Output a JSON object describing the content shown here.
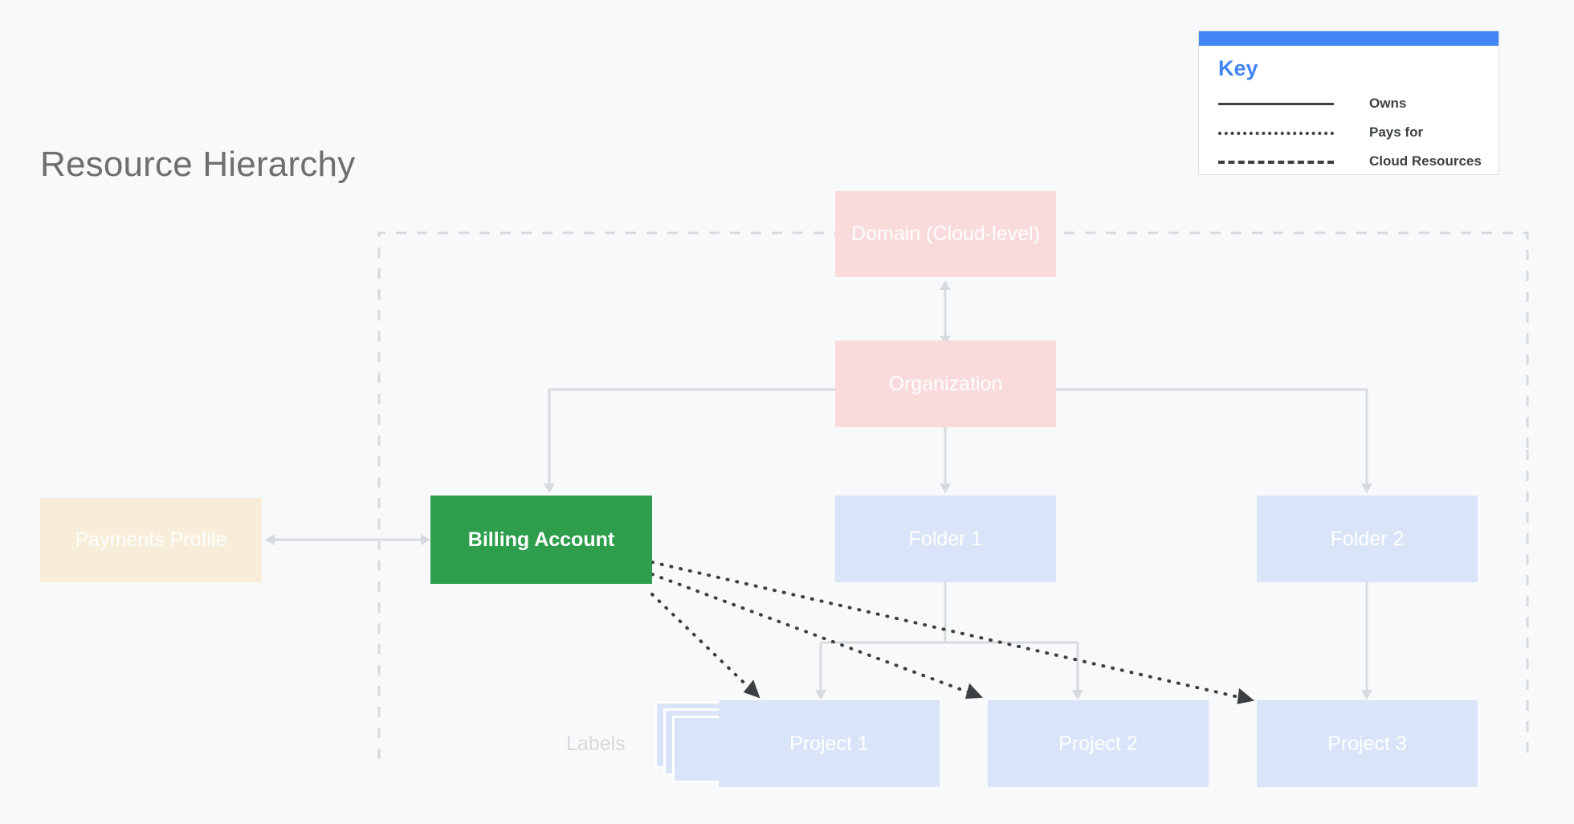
{
  "page": {
    "title": "Resource Hierarchy",
    "background": "#f7f9fa"
  },
  "key": {
    "title": "Key",
    "accent_color": "#4285f4",
    "entries": [
      {
        "style": "solid",
        "label": "Owns"
      },
      {
        "style": "dotted",
        "label": "Pays for"
      },
      {
        "style": "dashed",
        "label": "Cloud Resources"
      }
    ]
  },
  "nodes": {
    "domain": {
      "label": "Domain (Cloud-level)",
      "color": "#fadbdb"
    },
    "organization": {
      "label": "Organization",
      "color": "#fadbdb"
    },
    "payments_profile": {
      "label": "Payments Profile",
      "color": "#f7edd8"
    },
    "billing_account": {
      "label": "Billing Account",
      "color": "#2e9e4c"
    },
    "folder_1": {
      "label": "Folder 1",
      "color": "#d9e4f8"
    },
    "folder_2": {
      "label": "Folder 2",
      "color": "#d9e4f8"
    },
    "project_1": {
      "label": "Project 1",
      "color": "#d9e4f8"
    },
    "project_2": {
      "label": "Project 2",
      "color": "#d9e4f8"
    },
    "project_3": {
      "label": "Project 3",
      "color": "#d9e4f8"
    },
    "labels": {
      "label": "Labels",
      "color": "#d9e4f8"
    }
  },
  "edges": [
    {
      "from": "domain",
      "to": "organization",
      "style": "solid",
      "direction": "both"
    },
    {
      "from": "organization",
      "to": "billing_account",
      "style": "solid",
      "direction": "to"
    },
    {
      "from": "organization",
      "to": "folder_1",
      "style": "solid",
      "direction": "to"
    },
    {
      "from": "organization",
      "to": "folder_2",
      "style": "solid",
      "direction": "to"
    },
    {
      "from": "payments_profile",
      "to": "billing_account",
      "style": "solid",
      "direction": "both"
    },
    {
      "from": "folder_1",
      "to": "project_1",
      "style": "solid",
      "direction": "to"
    },
    {
      "from": "folder_1",
      "to": "project_2",
      "style": "solid",
      "direction": "to"
    },
    {
      "from": "folder_2",
      "to": "project_3",
      "style": "solid",
      "direction": "to"
    },
    {
      "from": "billing_account",
      "to": "project_1",
      "style": "dotted",
      "direction": "to"
    },
    {
      "from": "billing_account",
      "to": "project_2",
      "style": "dotted",
      "direction": "to"
    },
    {
      "from": "billing_account",
      "to": "project_3",
      "style": "dotted",
      "direction": "to"
    }
  ],
  "cloud_boundary": {
    "style": "dashed",
    "color": "#d7dbdf"
  }
}
